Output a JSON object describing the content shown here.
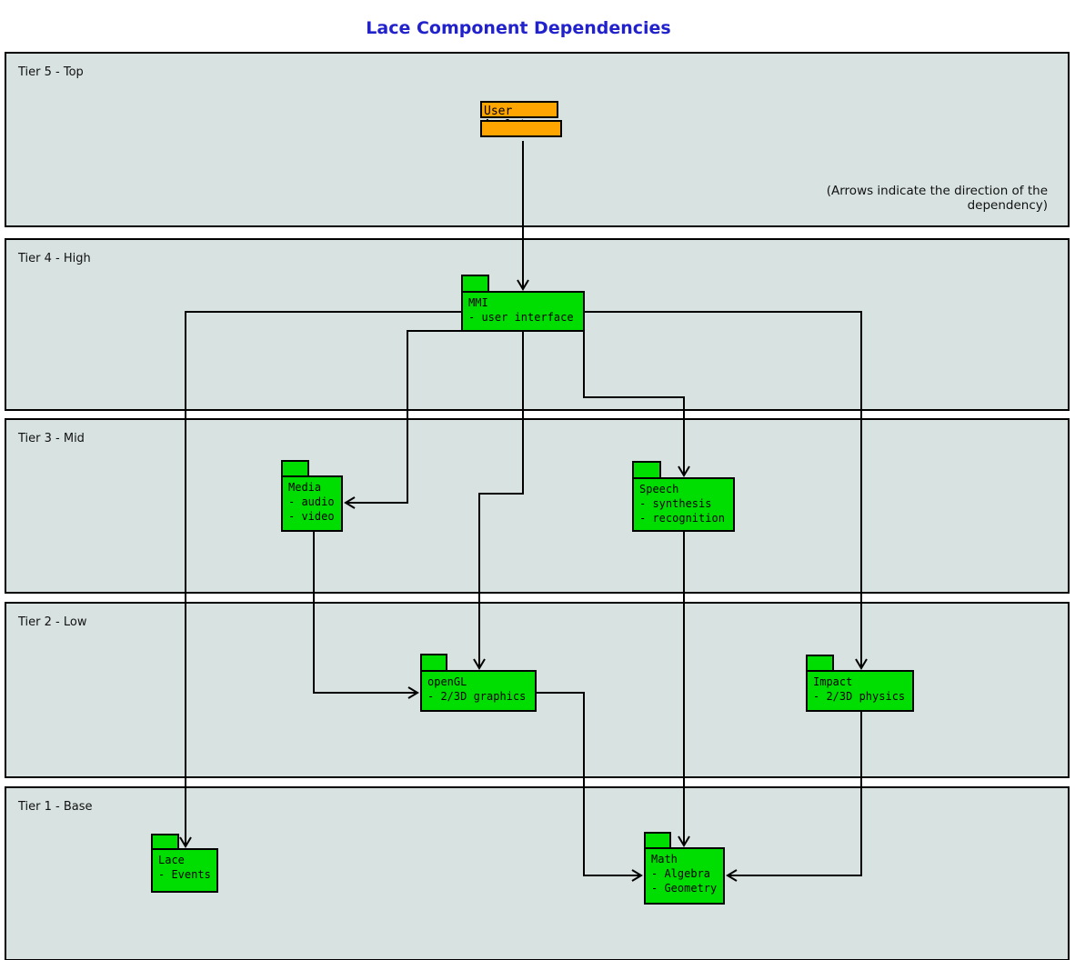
{
  "title": "Lace Component Dependencies",
  "note": "(Arrows indicate the direction of the dependency)",
  "tiers": [
    {
      "label": "Tier 5 - Top"
    },
    {
      "label": "Tier 4 - High"
    },
    {
      "label": "Tier 3 - Mid"
    },
    {
      "label": "Tier 2 - Low"
    },
    {
      "label": "Tier 1 - Base"
    }
  ],
  "components": {
    "user_applet": {
      "name": "User Applet",
      "details": []
    },
    "mmi": {
      "name": "MMI",
      "details": [
        "- user interface"
      ]
    },
    "media": {
      "name": "Media",
      "details": [
        "- audio",
        "- video"
      ]
    },
    "speech": {
      "name": "Speech",
      "details": [
        "- synthesis",
        "- recognition"
      ]
    },
    "opengl": {
      "name": "openGL",
      "details": [
        "- 2/3D graphics"
      ]
    },
    "impact": {
      "name": "Impact",
      "details": [
        "- 2/3D physics"
      ]
    },
    "lace": {
      "name": "Lace",
      "details": [
        "- Events"
      ]
    },
    "math": {
      "name": "Math",
      "details": [
        "- Algebra",
        "- Geometry"
      ]
    }
  },
  "edges": [
    "User Applet -> MMI",
    "MMI -> Lace",
    "MMI -> Impact",
    "MMI -> Speech",
    "MMI -> Media",
    "MMI -> openGL",
    "Media -> openGL",
    "Speech -> Math",
    "openGL -> Math",
    "Impact -> Math"
  ],
  "colors": {
    "component": "#00dd00",
    "user_applet": "#ffa500",
    "tier_background": "#d8e2e1",
    "title": "#2222cc",
    "line": "#000000"
  }
}
